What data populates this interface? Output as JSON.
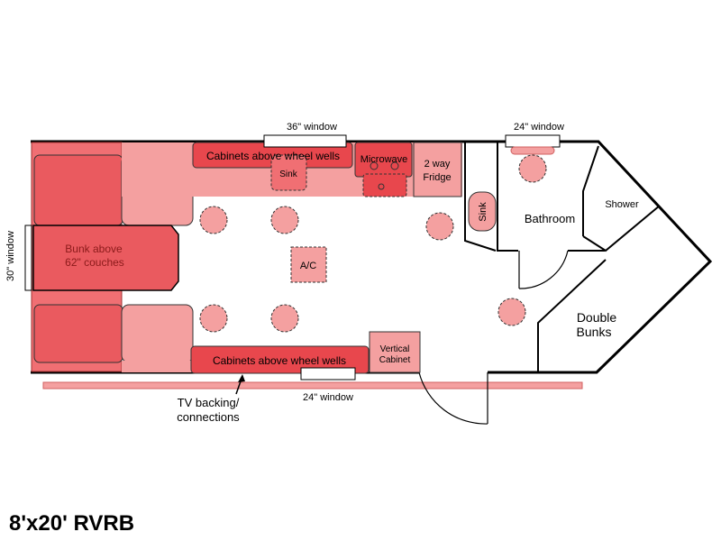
{
  "title": "8'x20' RVRB",
  "labels": {
    "window_36": "36\" window",
    "window_24_top": "24\" window",
    "window_24_bottom": "24\" window",
    "window_30": "30\" window",
    "cabinets_top": "Cabinets above wheel wells",
    "cabinets_bottom": "Cabinets above wheel wells",
    "sink_galley": "Sink",
    "microwave": "Microwave",
    "fridge_line1": "2 way",
    "fridge_line2": "Fridge",
    "sink_bath": "Sink",
    "bathroom": "Bathroom",
    "shower": "Shower",
    "bunk_line1": "Bunk above",
    "bunk_line2": "62\" couches",
    "ac": "A/C",
    "vertical_line1": "Vertical",
    "vertical_line2": "Cabinet",
    "double_line1": "Double",
    "double_line2": "Bunks",
    "tv_line1": "TV backing/",
    "tv_line2": "connections"
  },
  "colors": {
    "dark_red": "#e8474d",
    "light_red": "#f4a0a0",
    "mid_red": "#f06f73",
    "outline": "#000000"
  }
}
